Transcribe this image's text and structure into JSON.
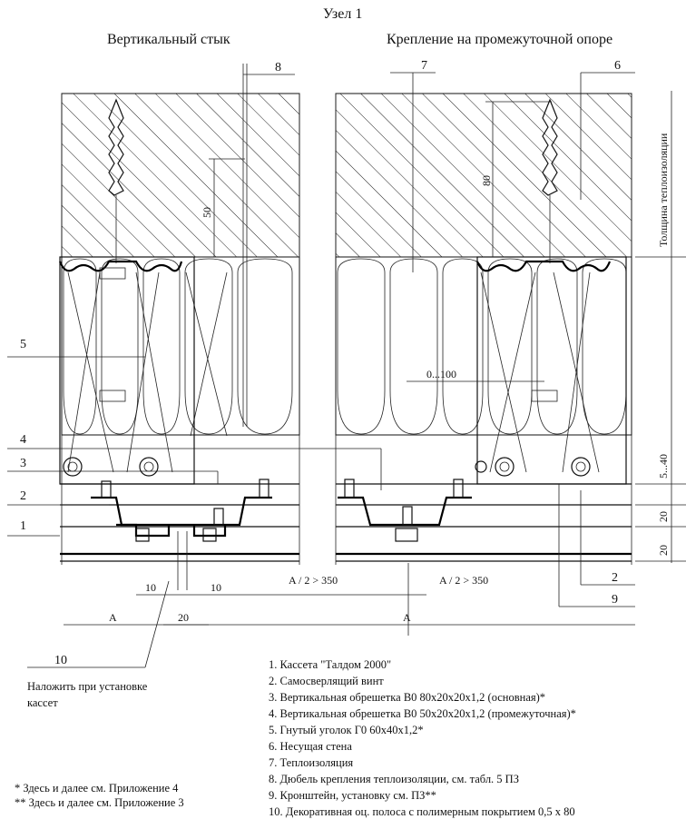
{
  "title": "Узел 1",
  "left_view_title": "Вертикальный стык",
  "right_view_title": "Крепление на промежуточной опоре",
  "callouts": {
    "c1": "1",
    "c2": "2",
    "c3": "3",
    "c4": "4",
    "c5": "5",
    "c6": "6",
    "c7": "7",
    "c8": "8",
    "c9": "9",
    "c10": "10",
    "c2_right": "2"
  },
  "dimensions": {
    "d50": "50",
    "d80": "80",
    "d0_100": "0...100",
    "d10_left": "10",
    "d10_right": "10",
    "d20_bottom": "20",
    "a_half_left": "A / 2 > 350",
    "a_half_right": "A / 2 > 350",
    "a_left": "A",
    "a_right": "A",
    "d5_40": "5...40",
    "d20_side1": "20",
    "d20_side2": "20",
    "insulation_thickness": "Толщина  теплоизоляции"
  },
  "note_install": [
    "Наложить при установке",
    "кассет"
  ],
  "footnotes": [
    "* Здесь и далее см. Приложение 4",
    "** Здесь и далее см. Приложение 3"
  ],
  "legend": [
    "1. Кассета \"Талдом 2000\"",
    "2. Самосверлящий винт",
    "3. Вертикальная обрешетка В0 80х20х20х1,2 (основная)*",
    "4. Вертикальная обрешетка В0 50х20х20х1,2 (промежуточная)*",
    "5. Гнутый уголок Г0 60х40х1,2*",
    "6.  Несущая стена",
    "7. Теплоизоляция",
    "8. Дюбель крепления теплоизоляции, см. табл. 5 ПЗ",
    "9. Кронштейн, установку см. ПЗ**",
    "10. Декоративная оц. полоса с полимерным покрытием 0,5 х 80"
  ]
}
